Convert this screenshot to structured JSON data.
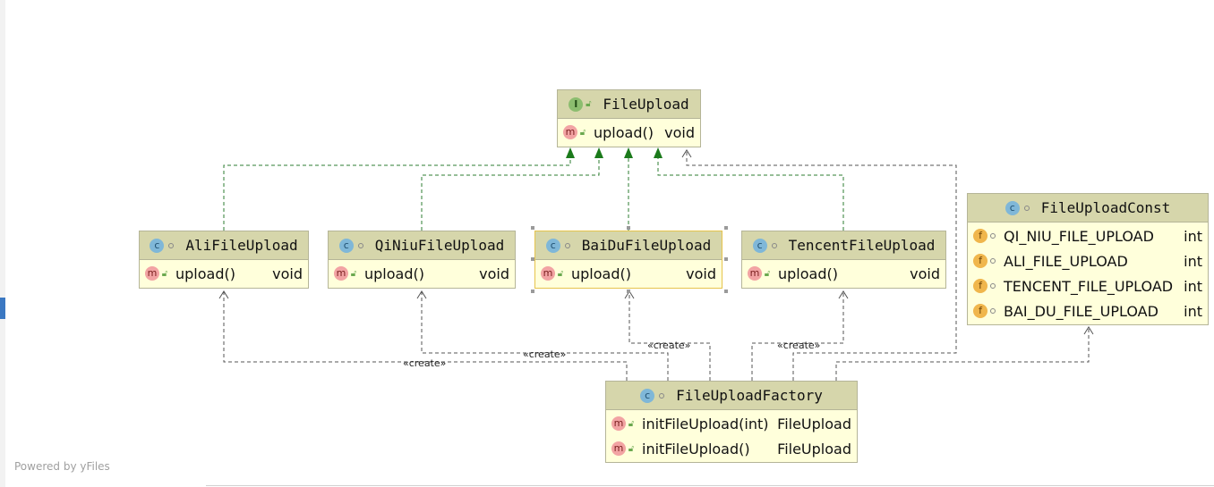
{
  "watermark": "Powered by yFiles",
  "colors": {
    "header": "#d6d6ab",
    "body": "#ffffdb",
    "border": "#b5b598",
    "realization": "#2e7d32",
    "dependency": "#555555",
    "selected": "#e6c44c"
  },
  "nodes": {
    "file_upload": {
      "kind": "I",
      "title": "FileUpload",
      "members": [
        {
          "icon": "m",
          "name": "upload()",
          "type": "void"
        }
      ]
    },
    "ali": {
      "kind": "C",
      "title": "AliFileUpload",
      "members": [
        {
          "icon": "m",
          "name": "upload()",
          "type": "void"
        }
      ]
    },
    "qiniu": {
      "kind": "C",
      "title": "QiNiuFileUpload",
      "members": [
        {
          "icon": "m",
          "name": "upload()",
          "type": "void"
        }
      ]
    },
    "baidu": {
      "kind": "C",
      "title": "BaiDuFileUpload",
      "members": [
        {
          "icon": "m",
          "name": "upload()",
          "type": "void"
        }
      ]
    },
    "tencent": {
      "kind": "C",
      "title": "TencentFileUpload",
      "members": [
        {
          "icon": "m",
          "name": "upload()",
          "type": "void"
        }
      ]
    },
    "const": {
      "kind": "C",
      "title": "FileUploadConst",
      "members": [
        {
          "icon": "f",
          "name": "QI_NIU_FILE_UPLOAD",
          "type": "int"
        },
        {
          "icon": "f",
          "name": "ALI_FILE_UPLOAD",
          "type": "int"
        },
        {
          "icon": "f",
          "name": "TENCENT_FILE_UPLOAD",
          "type": "int"
        },
        {
          "icon": "f",
          "name": "BAI_DU_FILE_UPLOAD",
          "type": "int"
        }
      ]
    },
    "factory": {
      "kind": "C",
      "title": "FileUploadFactory",
      "members": [
        {
          "icon": "m",
          "name": "initFileUpload(int)",
          "type": "FileUpload"
        },
        {
          "icon": "m",
          "name": "initFileUpload()",
          "type": "FileUpload"
        }
      ]
    }
  },
  "edge_labels": {
    "create": "«create»"
  }
}
